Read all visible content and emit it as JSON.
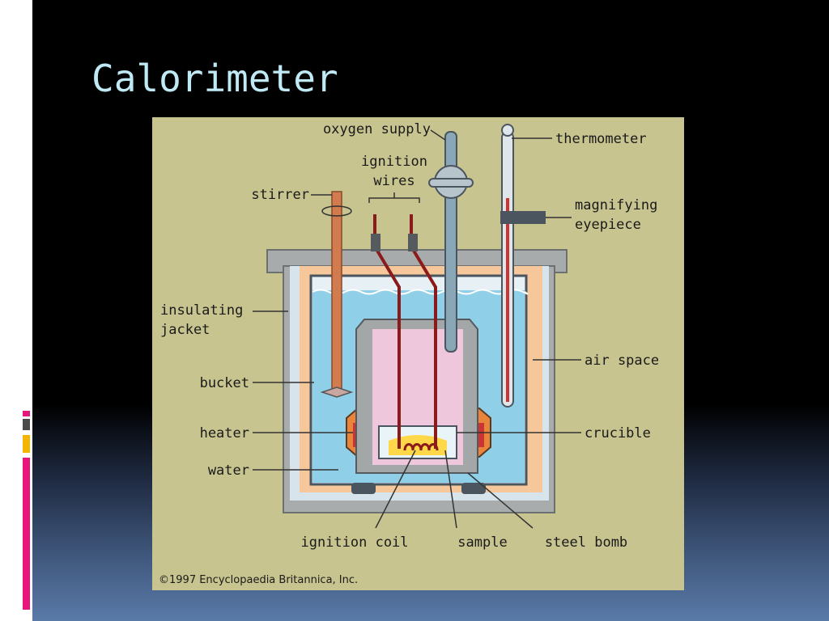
{
  "slide": {
    "title": "Calorimeter"
  },
  "diagram": {
    "labels": {
      "oxygen_supply": "oxygen supply",
      "thermometer": "thermometer",
      "ignition_wires_1": "ignition",
      "ignition_wires_2": "wires",
      "stirrer": "stirrer",
      "magnifying_eyepiece_1": "magnifying",
      "magnifying_eyepiece_2": "eyepiece",
      "insulating_jacket_1": "insulating",
      "insulating_jacket_2": "jacket",
      "air_space": "air space",
      "bucket": "bucket",
      "heater": "heater",
      "crucible": "crucible",
      "water": "water",
      "ignition_coil": "ignition coil",
      "sample": "sample",
      "steel_bomb": "steel bomb"
    },
    "copyright": "©1997 Encyclopaedia Britannica, Inc."
  },
  "colors": {
    "figure_background": "#c7c48f",
    "title": "#bfe9f5",
    "water": "#8fcfe8",
    "insulation": "#f6c79a",
    "steel_bomb_inner": "#efc7dc",
    "heater": "#e8853a",
    "wire": "#8b1a1a",
    "accent_magenta": "#e8157a",
    "accent_yellow": "#f5b400"
  }
}
